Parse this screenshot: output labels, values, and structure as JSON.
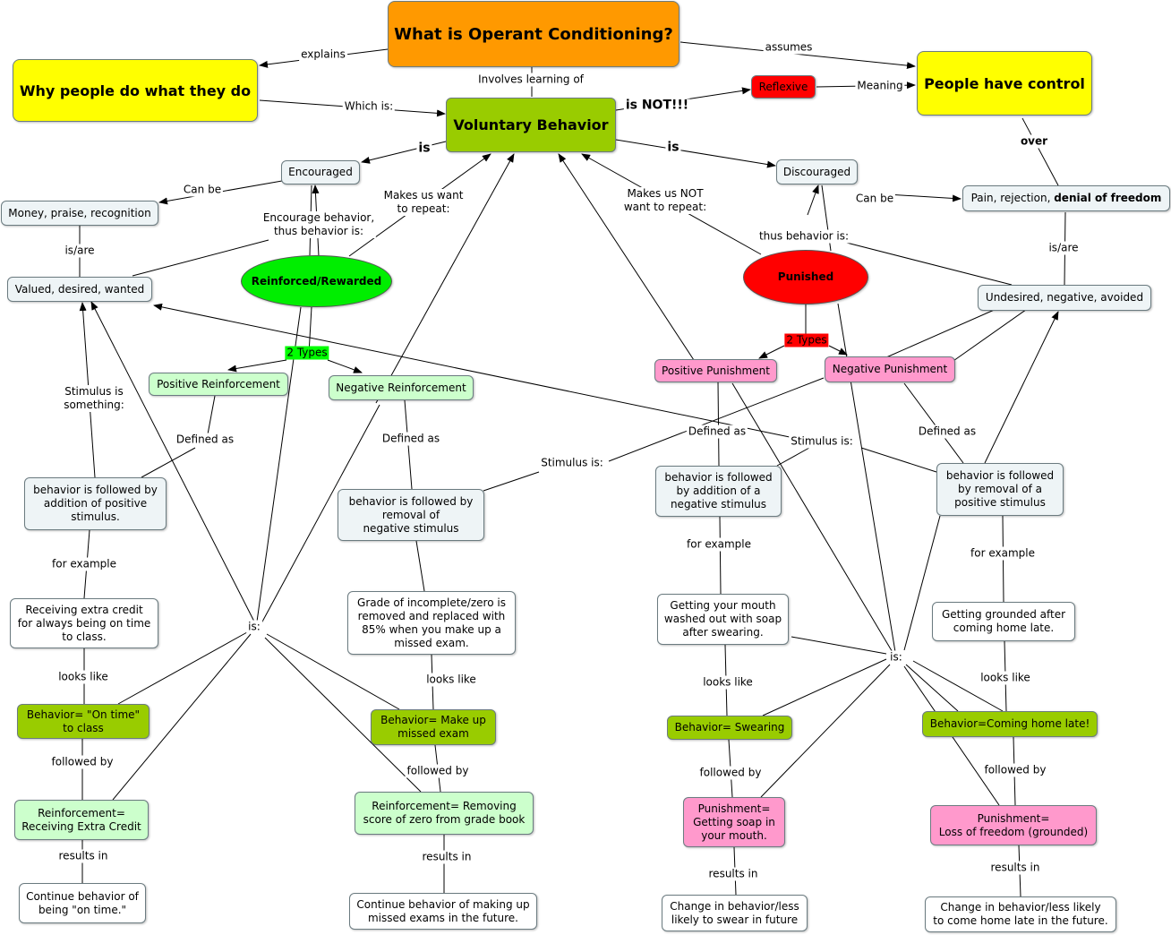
{
  "nodes": {
    "title": "What is Operant Conditioning?",
    "why": "Why people do what they do",
    "voluntary": "Voluntary Behavior",
    "control": "People have control",
    "reflexive": "Reflexive",
    "encouraged": "Encouraged",
    "discouraged": "Discouraged",
    "money": "Money, praise, recognition",
    "valued": "Valued, desired, wanted",
    "pain_pre": "Pain, rejection, ",
    "pain_bold": "denial of freedom",
    "undesired": "Undesired, negative, avoided",
    "reinforced": "Reinforced/Rewarded",
    "punished": "Punished",
    "pos_reinf": "Positive Reinforcement",
    "neg_reinf": "Negative Reinforcement",
    "pos_pun": "Positive Punishment",
    "neg_pun": "Negative Punishment",
    "def_pr": "behavior is followed by\naddition of positive\nstimulus.",
    "def_nr": "behavior is followed by\nremoval of\nnegative stimulus",
    "def_pp": "behavior is followed\nby addition of a\nnegative stimulus",
    "def_np": "behavior is followed\nby removal of a\npositive stimulus",
    "ex_pr": "Receiving extra credit\nfor always being on time\nto class.",
    "ex_nr": "Grade of incomplete/zero is\nremoved and replaced with\n85% when you make up a\nmissed exam.",
    "ex_pp": "Getting your mouth\nwashed out with soap\nafter swearing.",
    "ex_np": "Getting grounded after\ncoming home late.",
    "beh_pr": "Behavior= \"On time\"\nto class",
    "beh_nr": "Behavior= Make up\nmissed exam",
    "beh_pp": "Behavior= Swearing",
    "beh_np": "Behavior=Coming home late!",
    "con_pr": "Reinforcement=\nReceiving Extra Credit",
    "con_nr": "Reinforcement= Removing\nscore of zero from grade book",
    "con_pp": "Punishment=\nGetting soap in\nyour mouth.",
    "con_np": "Punishment=\nLoss of freedom (grounded)",
    "res_pr": "Continue behavior of\nbeing \"on time.\"",
    "res_nr": "Continue behavior of making up\nmissed exams in the future.",
    "res_pp": "Change in behavior/less\nlikely to swear in future",
    "res_np": "Change in behavior/less likely\nto come home late in the future."
  },
  "labels": {
    "explains": "explains",
    "assumes": "assumes",
    "involves": "Involves learning of",
    "which_is": "Which is:",
    "is_not": "is NOT!!!",
    "meaning": "Meaning",
    "over": "over",
    "is_left": "is",
    "is_right": "is",
    "can_be_left": "Can be",
    "can_be_right": "Can be",
    "makes_repeat": "Makes us want\nto repeat:",
    "makes_not_repeat": "Makes us NOT\nwant to repeat:",
    "encourage": "Encourage behavior,\nthus behavior is:",
    "thus": "thus behavior is:",
    "isare_left": "is/are",
    "isare_right": "is/are",
    "two_types_left": "2 Types",
    "two_types_right": "2 Types",
    "stim_something": "Stimulus is\nsomething:",
    "stim_is_mid": "Stimulus is:",
    "stim_is_right": "Stimulus is:",
    "defined_pr": "Defined as",
    "defined_nr": "Defined as",
    "defined_pp": "Defined as",
    "defined_np": "Defined as",
    "example_pr": "for example",
    "example_pp": "for example",
    "example_np": "for example",
    "looks_pr": "looks like",
    "looks_nr": "looks like",
    "looks_pp": "looks like",
    "looks_np": "looks like",
    "followed_pr": "followed by",
    "followed_nr": "followed by",
    "followed_pp": "followed by",
    "followed_np": "followed by",
    "results_pr": "results in",
    "results_nr": "results in",
    "results_pp": "results in",
    "results_np": "results in",
    "is_hub_left": "is:",
    "is_hub_right": "is:"
  }
}
